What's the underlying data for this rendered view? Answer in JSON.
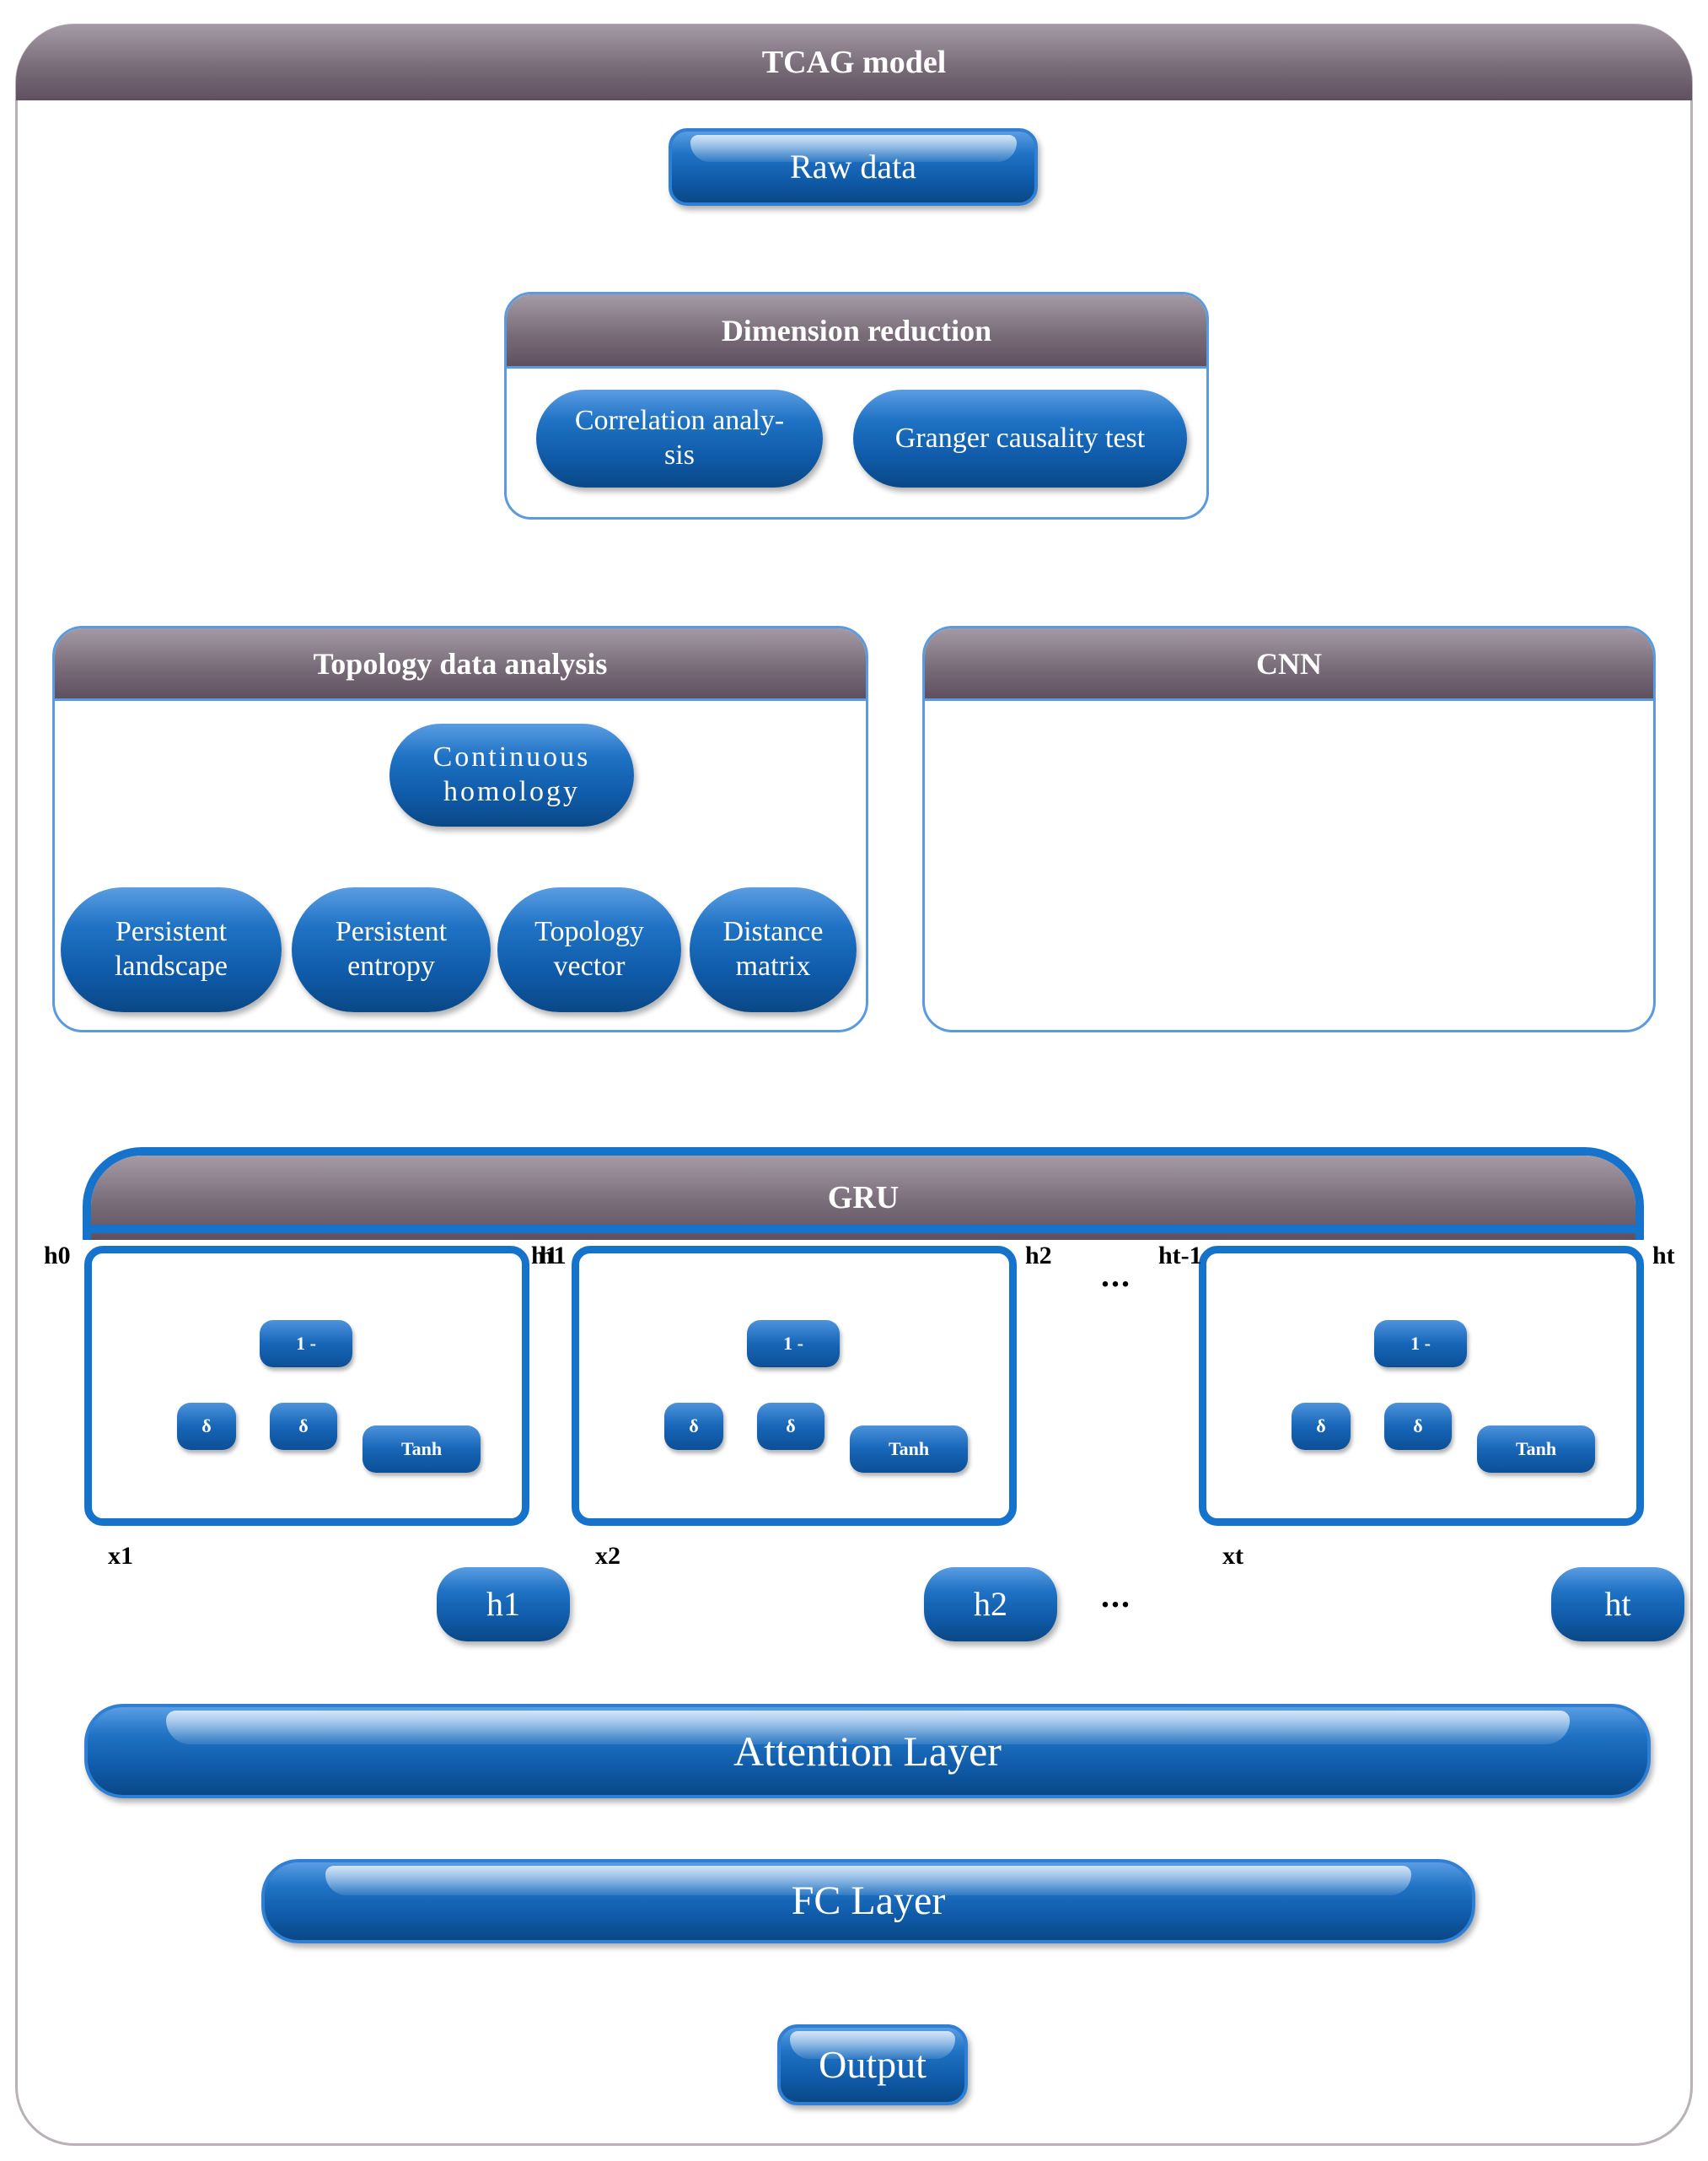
{
  "title": "TCAG model",
  "raw_data": "Raw data",
  "dimension_reduction": {
    "title": "Dimension reduction",
    "items": [
      "Correlation analy-\nsis",
      "Granger causality test"
    ]
  },
  "tda": {
    "title": "Topology data analysis",
    "root": "Continuous\nhomology",
    "items": [
      "Persistent\nlandscape",
      "Persistent\nentropy",
      "Topology\nvector",
      "Distance\nmatrix"
    ]
  },
  "cnn": {
    "title": "CNN"
  },
  "gru": {
    "title": "GRU",
    "gate_labels": {
      "one_minus": "1 -",
      "sigma": "δ",
      "tanh": "Tanh"
    },
    "cells": [
      {
        "h_in": "h0",
        "h_out": "h1",
        "x": "x1",
        "out": "h1"
      },
      {
        "h_in": "h1",
        "h_out": "h2",
        "x": "x2",
        "out": "h2"
      },
      {
        "h_in": "ht-1",
        "h_out": "ht",
        "x": "xt",
        "out": "ht"
      }
    ],
    "ellipsis": "..."
  },
  "attention": "Attention Layer",
  "fc": "FC Layer",
  "output": "Output",
  "colors": {
    "pill_blue": "#1566b8",
    "header_mauve": "#7a6d7a",
    "frame_blue": "#5a9be0",
    "cnn_red": "#b81010"
  }
}
